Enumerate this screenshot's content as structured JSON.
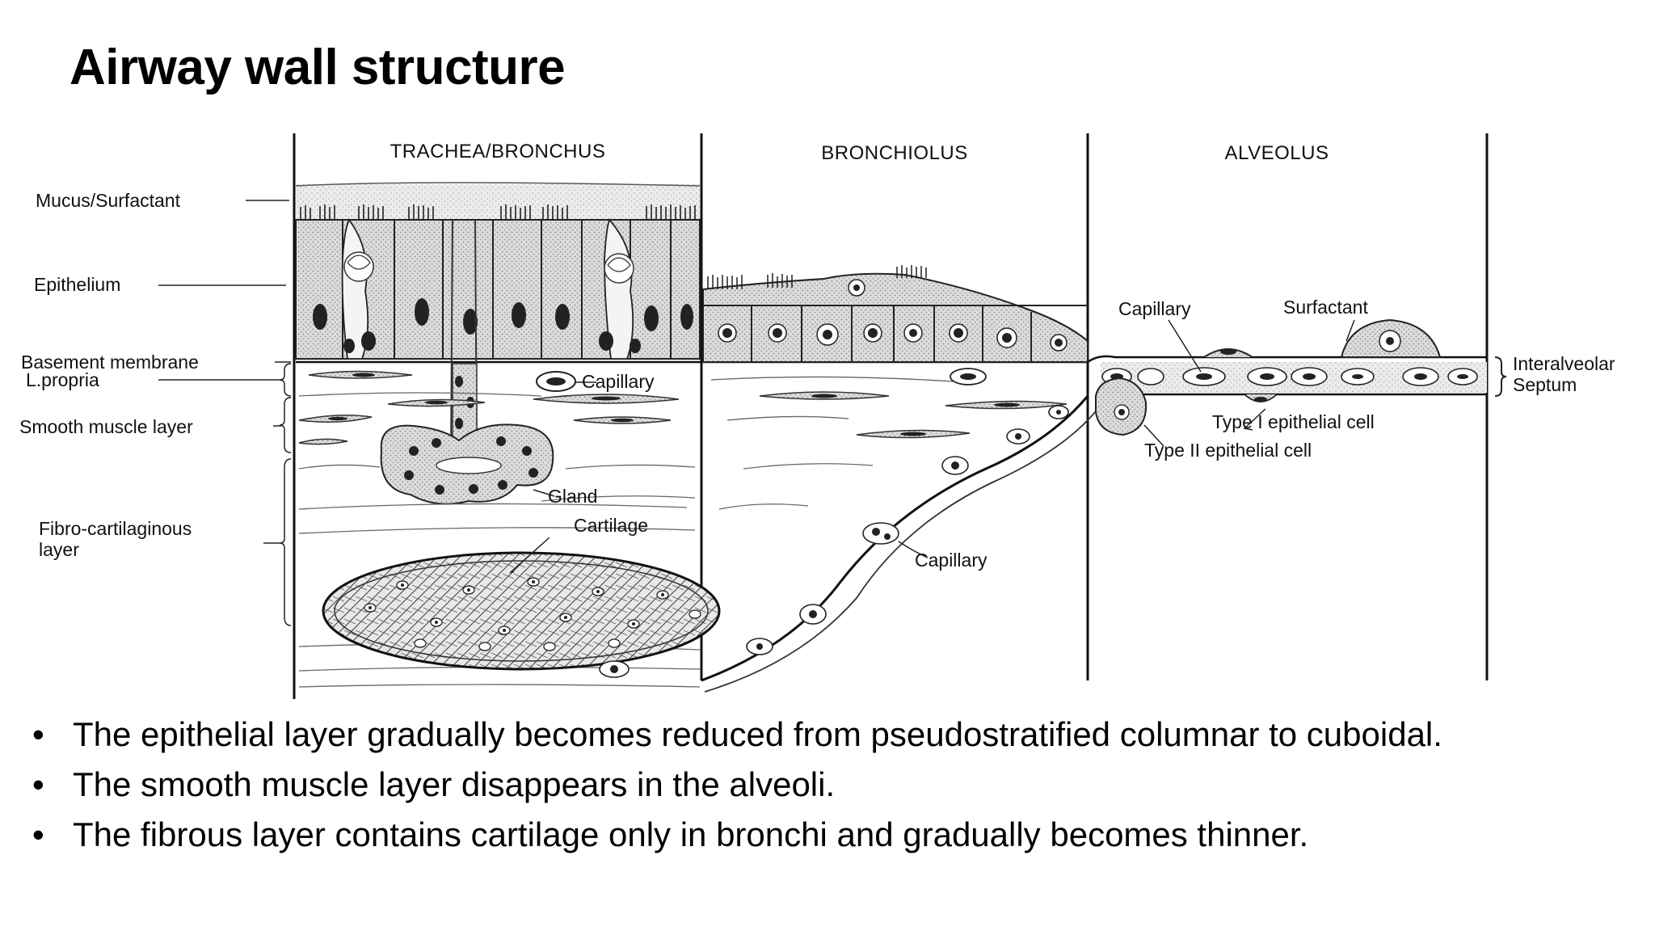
{
  "slide": {
    "title": "Airway wall structure"
  },
  "diagram": {
    "columns": [
      "TRACHEA/BRONCHUS",
      "BRONCHIOLUS",
      "ALVEOLUS"
    ],
    "left_labels": {
      "mucus": "Mucus/Surfactant",
      "epithelium": "Epithelium",
      "basement": "Basement membrane",
      "lpropria": "L.propria",
      "smooth_muscle": "Smooth muscle layer",
      "fibro_line1": "Fibro-cartilaginous",
      "fibro_line2": "layer"
    },
    "callouts": {
      "capillary_trachea": "Capillary",
      "gland": "Gland",
      "cartilage": "Cartilage",
      "capillary_bronchiolus": "Capillary",
      "capillary_alveolus": "Capillary",
      "surfactant": "Surfactant",
      "type1": "Type I epithelial cell",
      "type2": "Type II epithelial cell",
      "septum_line1": "Interalveolar",
      "septum_line2": "Septum"
    }
  },
  "bullets": [
    "The epithelial layer gradually becomes reduced from pseudostratified columnar to cuboidal.",
    "The smooth muscle layer disappears in the alveoli.",
    "The fibrous layer contains cartilage only in bronchi and gradually becomes thinner."
  ]
}
